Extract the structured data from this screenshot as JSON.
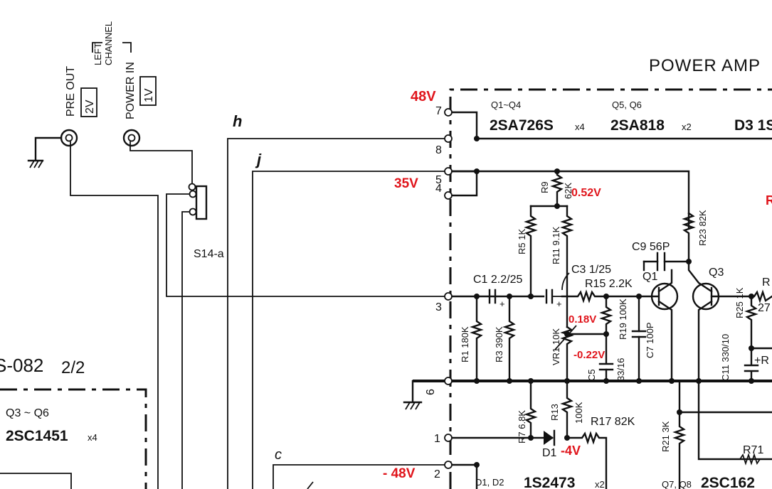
{
  "connectors": {
    "pre_out": "PRE OUT",
    "pre_out_level": "2V",
    "power_in": "POWER IN",
    "power_in_level": "1V",
    "channel_line1": "LEFT",
    "channel_line2": "CHANNEL"
  },
  "section_title": "POWER AMP",
  "board": {
    "id": "S-082",
    "page": "2/2"
  },
  "wire_labels": {
    "h": "h",
    "j": "j",
    "c": "c"
  },
  "switch_label": "S14-a",
  "terminals": [
    "7",
    "8",
    "5",
    "4",
    "3",
    "6",
    "1",
    "2"
  ],
  "voltages": {
    "v48": "48V",
    "v35": "35V",
    "vneg48": "- 48V",
    "n052": "0.52V",
    "n018": "0.18V",
    "nneg022": "-0.22V",
    "nneg4": "-4V"
  },
  "transistors": {
    "q1q4_label": "Q1~Q4",
    "q1q4_type": "2SA726S",
    "q1q4_count": "x4",
    "q5q6_label": "Q5, Q6",
    "q5q6_type": "2SA818",
    "q5q6_count": "x2",
    "d3_label": "D3 1S",
    "q3q6_label": "Q3 ~ Q6",
    "q3q6_type": "2SC1451",
    "q3q6_count": "x4",
    "d1d2_label": "D1, D2",
    "d1d2_type": "1S2473",
    "d1d2_count": "x2",
    "q7q8_label": "Q7, Q8",
    "q7q8_type": "2SC162"
  },
  "components": {
    "r9": "R9",
    "r9v": "62K",
    "r5": "R5 1K",
    "r11": "R11 9.1K",
    "r23": "R23 82K",
    "c9": "C9 56P",
    "q1": "Q1",
    "q3": "Q3",
    "c1": "C1 2.2/25",
    "c3": "C3 1/25",
    "r15": "R15 2.2K",
    "r1": "R1 180K",
    "r3": "R3 390K",
    "vr1": "VR1 10K",
    "r19": "R19 100K",
    "c7": "C7 100P",
    "r25": "R25 1K",
    "c11": "C11 330/10",
    "c5": "C5",
    "c5v": "33/16",
    "r7": "R7 6.8K",
    "r13": "R13",
    "r13v": "100K",
    "r17": "R17 82K",
    "d1": "D1",
    "r21": "R21 3K",
    "r71": "R71",
    "r27": "27",
    "r_edge": "R",
    "r_edge2": "+R",
    "top_right": "R"
  }
}
